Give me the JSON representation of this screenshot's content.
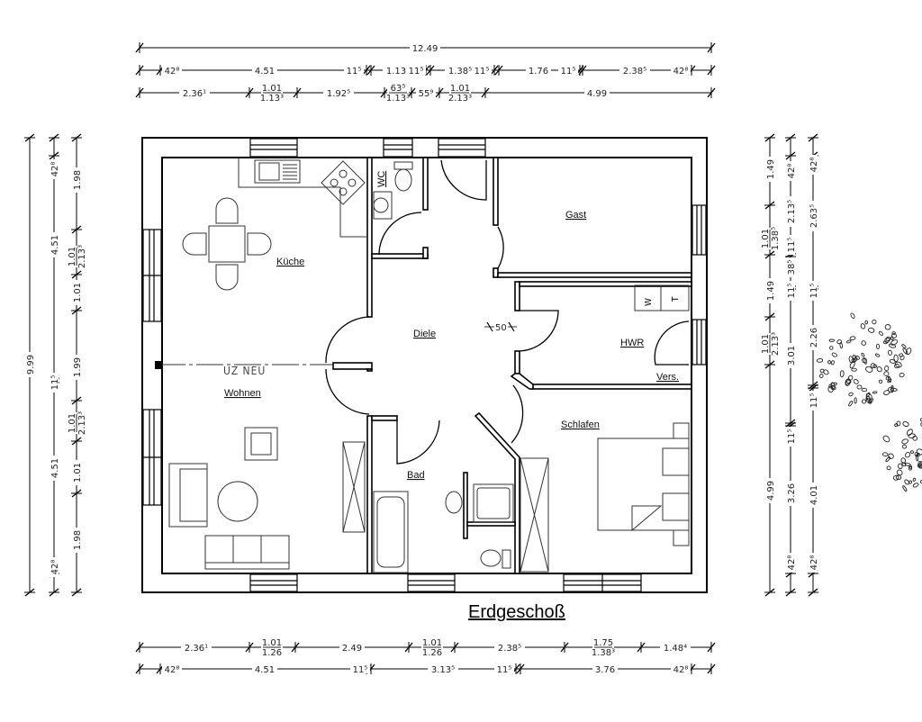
{
  "title": "Erdgeschoß",
  "rooms": {
    "kueche": "Küche",
    "diele": "Diele",
    "gast": "Gast",
    "hwr": "HWR",
    "vers": "Vers.",
    "wohnen": "Wohnen",
    "uz_neu": "UZ NEU",
    "schlafen": "Schlafen",
    "bad": "Bad",
    "wc": "WC",
    "washer": "W",
    "dryer": "T"
  },
  "diele_dimension": "50",
  "dimensions": {
    "top": [
      [
        "12.49"
      ],
      [
        "42⁸",
        "4.51",
        "11⁵",
        "1.13⁵",
        "11⁵",
        "1.38⁵",
        "11⁵",
        "1.76",
        "11⁵",
        "2.38⁵",
        "42⁸"
      ],
      [
        "2.36¹",
        {
          "top": "1.01",
          "bottom": "1.13³"
        },
        "1.92⁵",
        {
          "top": "63⁵",
          "bottom": "1.13³"
        },
        "55⁹",
        {
          "top": "1.01",
          "bottom": "2.13³"
        },
        "4.99"
      ]
    ],
    "bottom": [
      [
        "2.36¹",
        {
          "top": "1.01",
          "bottom": "1.26"
        },
        "2.49",
        {
          "top": "1.01",
          "bottom": "1.26"
        },
        "2.38⁵",
        {
          "top": "1.75",
          "bottom": "1.38³"
        },
        "1.48⁴"
      ],
      [
        "42⁸",
        "4.51",
        "11⁵",
        "3.13⁵",
        "11⁵",
        "3.76",
        "42⁸"
      ]
    ],
    "left": [
      [
        "9.99"
      ],
      [
        "42⁸",
        "4.51",
        "11⁵",
        "4.51",
        "42⁸"
      ],
      [
        "1.98",
        {
          "top": "1.01",
          "bottom": "2.13³"
        },
        "1.01",
        "1.99",
        {
          "top": "1.01",
          "bottom": "2.13³"
        },
        "1.01",
        "1.98"
      ]
    ],
    "right": [
      [
        "1.49",
        {
          "top": "1.01",
          "bottom": "1.38⁵"
        },
        "1.49",
        {
          "top": "1.01",
          "bottom": "2.13³"
        },
        "4.99"
      ],
      [
        "42⁸",
        "2.13⁵",
        "11⁵",
        "38⁵",
        "11⁵",
        "3.01",
        "11⁵",
        "3.26",
        "42⁸"
      ],
      [
        "42⁸",
        "2.63⁵",
        "11⁵",
        "2.26",
        "11⁵",
        "4.01",
        "42⁸"
      ]
    ]
  }
}
